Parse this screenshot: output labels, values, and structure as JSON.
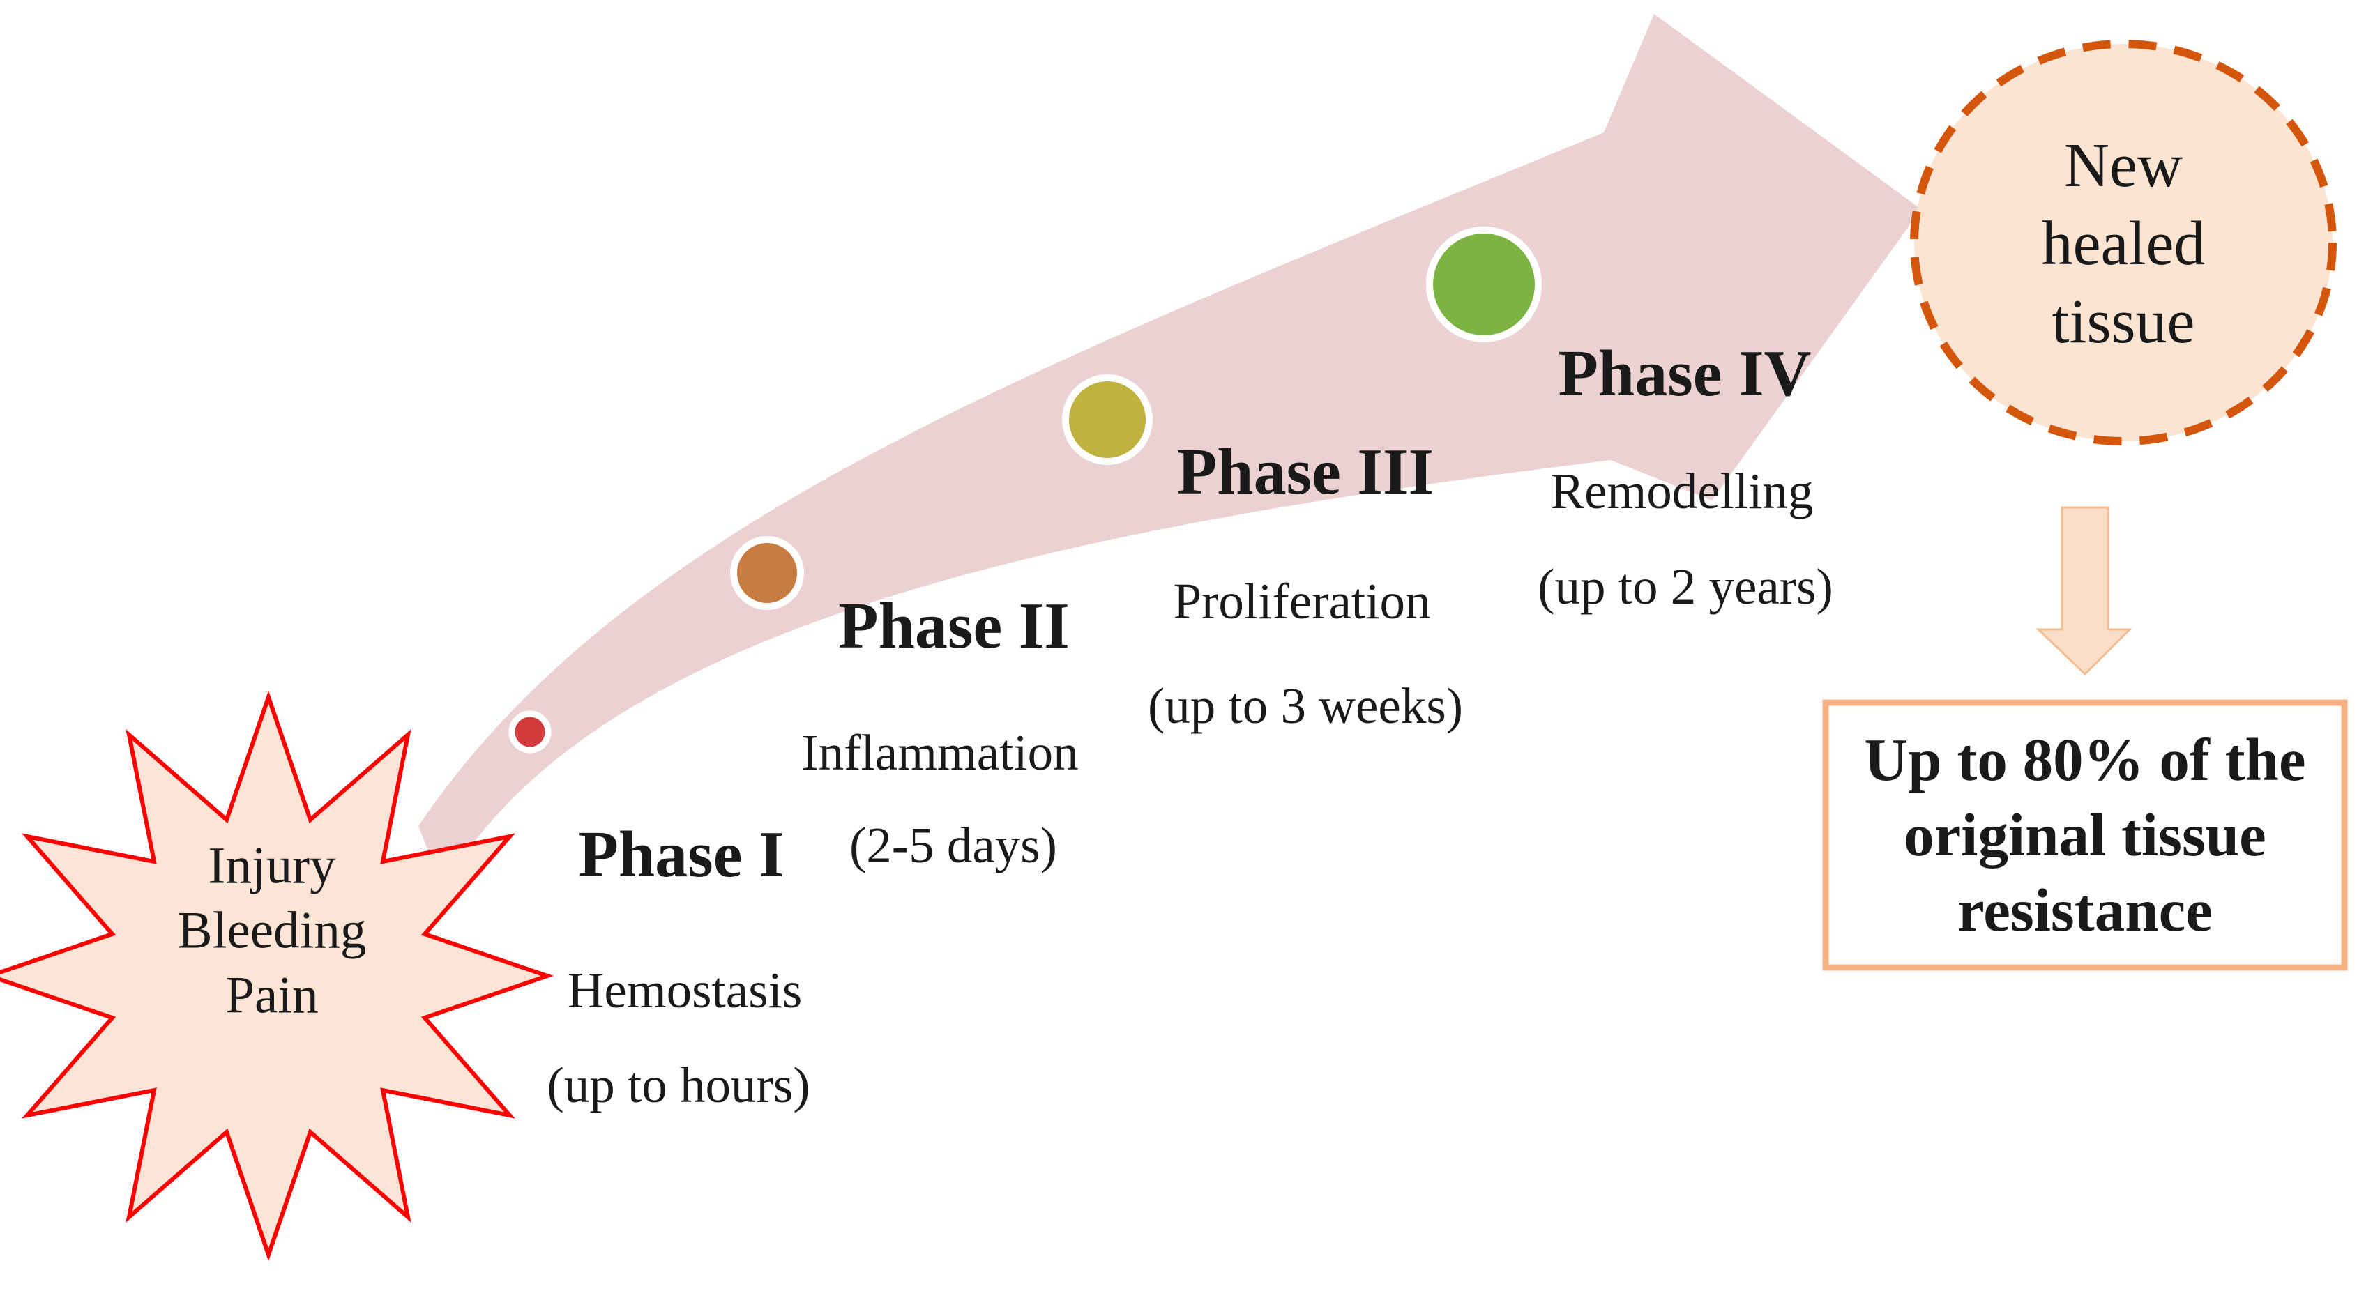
{
  "title": "Wound healing phases diagram",
  "star": {
    "lines": [
      "Injury",
      "Bleeding",
      "Pain"
    ]
  },
  "phases": [
    {
      "title": "Phase I",
      "name": "Hemostasis",
      "duration": "(up to hours)",
      "dot_color": "#D23C3C"
    },
    {
      "title": "Phase II",
      "name": "Inflammation",
      "duration": "(2-5 days)",
      "dot_color": "#C97C3F"
    },
    {
      "title": "Phase III",
      "name": "Proliferation",
      "duration": "(up to 3 weeks)",
      "dot_color": "#C1B13F"
    },
    {
      "title": "Phase IV",
      "name": "Remodelling",
      "duration": "(up to 2 years)",
      "dot_color": "#7DB342"
    }
  ],
  "result_circle": {
    "lines": [
      "New",
      "healed",
      "tissue"
    ]
  },
  "outcome_box": {
    "lines": [
      "Up to 80% of the",
      "original tissue",
      "resistance"
    ]
  },
  "colors": {
    "arrow_pink": "#ECD1D3",
    "star_fill": "#FCE5D6",
    "star_border": "#FF0000",
    "circle_fill": "#FCE4D2",
    "circle_border": "#D4550C",
    "down_arrow_fill": "#FBDEC7",
    "down_arrow_border": "#F3BC92",
    "box_border": "#F5B183",
    "dot_ring": "#FFFFFF",
    "text": "#1A1A1A"
  }
}
